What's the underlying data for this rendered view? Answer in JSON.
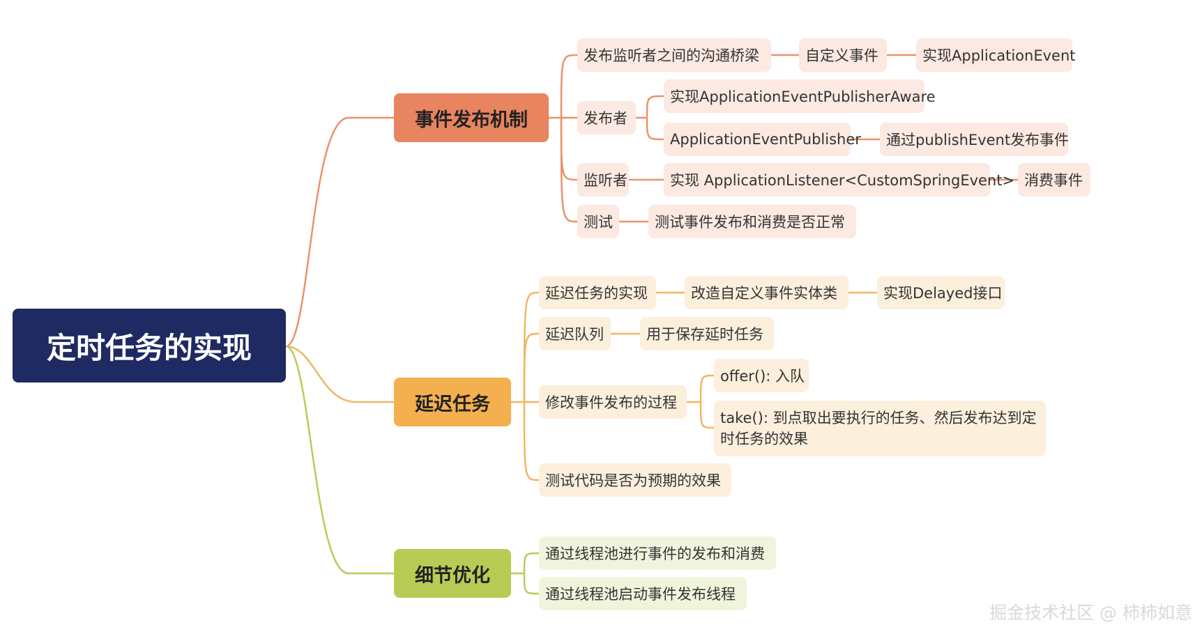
{
  "root": "定时任务的实现",
  "branches": [
    {
      "label": "事件发布机制",
      "color": "#e8845f",
      "line_color": "#e8936c",
      "children": [
        {
          "label": "发布监听者之间的沟通桥梁",
          "children": [
            {
              "label": "自定义事件",
              "children": [
                {
                  "label": "实现ApplicationEvent"
                }
              ]
            }
          ]
        },
        {
          "label": "发布者",
          "children": [
            {
              "label": "实现ApplicationEventPublisherAware"
            },
            {
              "label": "ApplicationEventPublisher",
              "children": [
                {
                  "label": "通过publishEvent发布事件"
                }
              ]
            }
          ]
        },
        {
          "label": "监听者",
          "children": [
            {
              "label": "实现 ApplicationListener<CustomSpringEvent>",
              "children": [
                {
                  "label": "消费事件"
                }
              ]
            }
          ]
        },
        {
          "label": "测试",
          "children": [
            {
              "label": "测试事件发布和消费是否正常"
            }
          ]
        }
      ]
    },
    {
      "label": "延迟任务",
      "color": "#f4b04e",
      "line_color": "#f2b661",
      "children": [
        {
          "label": "延迟任务的实现",
          "children": [
            {
              "label": "改造自定义事件实体类",
              "children": [
                {
                  "label": "实现Delayed接口"
                }
              ]
            }
          ]
        },
        {
          "label": "延迟队列",
          "children": [
            {
              "label": "用于保存延时任务"
            }
          ]
        },
        {
          "label": "修改事件发布的过程",
          "children": [
            {
              "label": "offer(): 入队"
            },
            {
              "label": "take(): 到点取出要执行的任务、然后发布达到定时任务的效果"
            }
          ]
        },
        {
          "label": "测试代码是否为预期的效果"
        }
      ]
    },
    {
      "label": "细节优化",
      "color": "#b8cc55",
      "line_color": "#b7cd57",
      "children": [
        {
          "label": "通过线程池进行事件的发布和消费"
        },
        {
          "label": "通过线程池启动事件发布线程"
        }
      ]
    }
  ],
  "watermark": "掘金技术社区 @ 柿柿如意"
}
